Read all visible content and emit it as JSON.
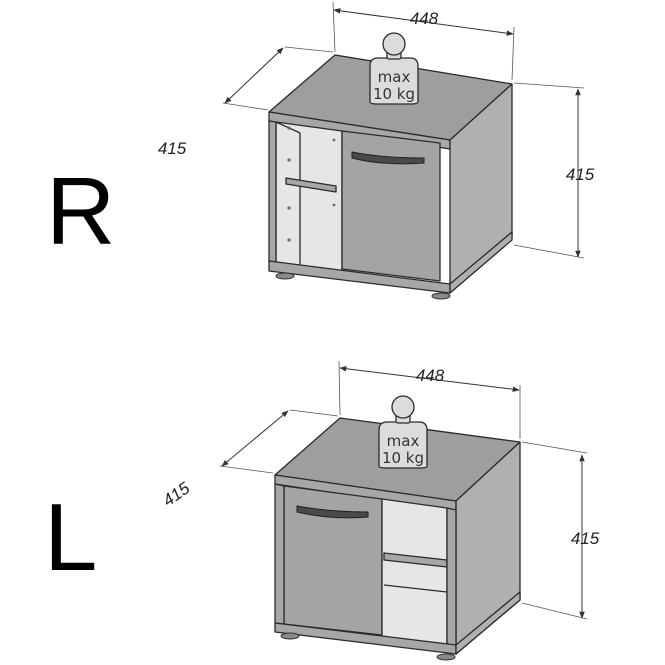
{
  "variants": [
    {
      "label": "R",
      "dims": {
        "width": "448",
        "depth": "415",
        "height": "415"
      },
      "weight": {
        "line1": "max",
        "line2": "10 kg"
      }
    },
    {
      "label": "L",
      "dims": {
        "width": "448",
        "depth": "415",
        "height": "415"
      },
      "weight": {
        "line1": "max",
        "line2": "10 kg"
      }
    }
  ],
  "colors": {
    "top": "#9e9e9e",
    "front": "#a7a7a7",
    "side": "#b0b0b0",
    "door": "#a4a4a4",
    "interior": "#e6e6e6",
    "weight": "#dcdcdc"
  }
}
